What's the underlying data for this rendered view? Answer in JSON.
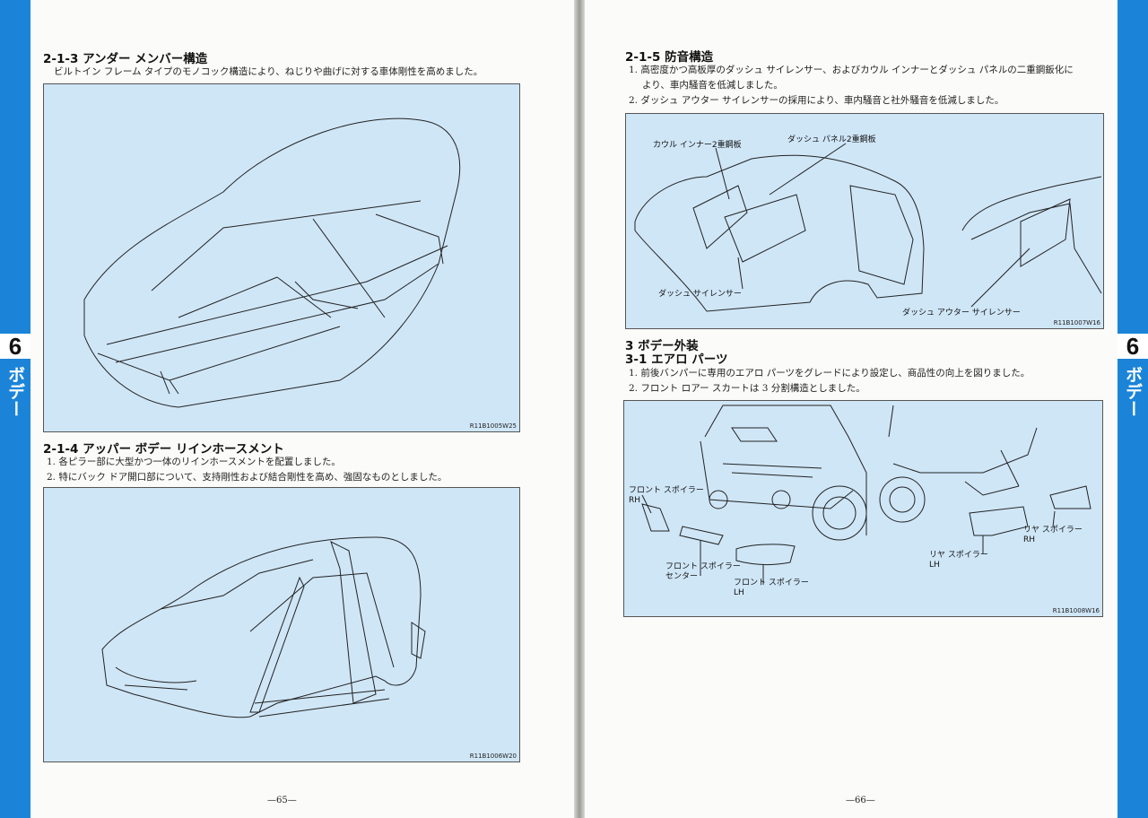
{
  "tab": {
    "number": "6",
    "label": "ボデー"
  },
  "left": {
    "s213": {
      "title": "2-1-3 アンダー メンバー構造",
      "text": "ビルトイン フレーム タイプのモノコック構造により、ねじりや曲げに対する車体剛性を高めました。",
      "fig_code": "R11B1005W25"
    },
    "s214": {
      "title": "2-1-4 アッパー ボデー リインホースメント",
      "items": [
        "1. 各ピラー部に大型かつ一体のリインホースメントを配置しました。",
        "2. 特にバック ドア開口部について、支持剛性および結合剛性を高め、強固なものとしました。"
      ],
      "fig_code": "R11B1006W20"
    },
    "page_number": "—65—"
  },
  "right": {
    "s215": {
      "title": "2-1-5 防音構造",
      "items": [
        "1. 高密度かつ高板厚のダッシュ サイレンサー、およびカウル インナーとダッシュ パネルの二重鋼鈑化に",
        "より、車内騒音を低減しました。",
        "2. ダッシュ アウター サイレンサーの採用により、車内騒音と社外騒音を低減しました。"
      ],
      "callouts": [
        "カウル インナー2重鋼板",
        "ダッシュ パネル2重鋼板",
        "ダッシュ サイレンサー",
        "ダッシュ アウター サイレンサー"
      ],
      "fig_code": "R11B1007W16"
    },
    "s3": {
      "title": "3 ボデー外装"
    },
    "s31": {
      "title": "3-1 エアロ パーツ",
      "items": [
        "1. 前後バンパーに専用のエアロ パーツをグレードにより設定し、商品性の向上を図りました。",
        "2. フロント ロアー スカートは 3 分割構造としました。"
      ],
      "callouts": [
        "フロント スポイラー",
        "RH",
        "フロント スポイラー",
        "センター",
        "フロント スポイラー",
        "LH",
        "リヤ スポイラー",
        "LH",
        "リヤ スポイラー",
        "RH"
      ],
      "fig_code": "R11B1008W16"
    },
    "page_number": "—66—"
  }
}
